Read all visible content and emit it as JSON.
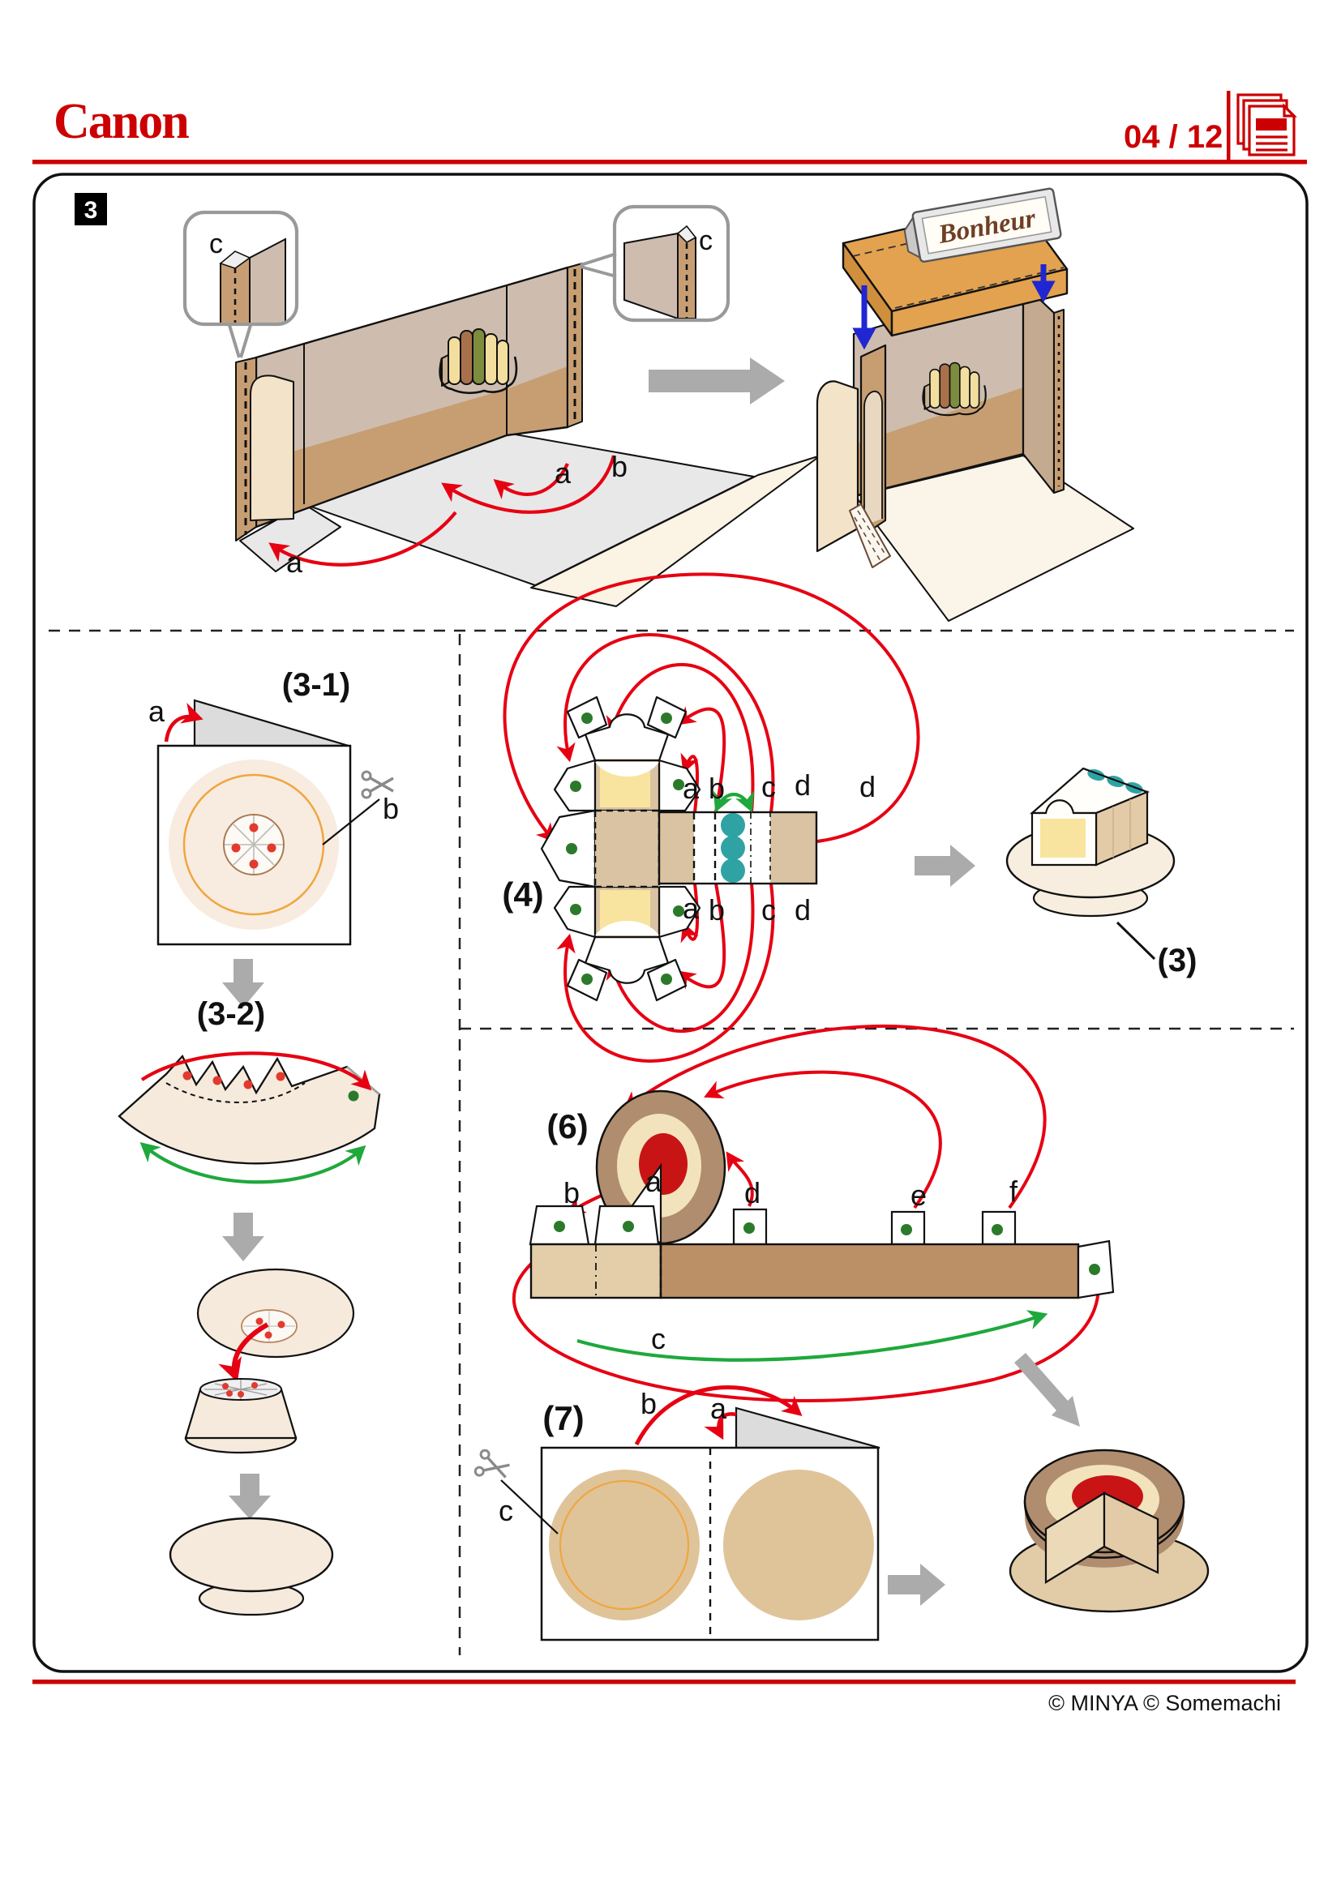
{
  "header": {
    "brand": "Canon",
    "page_number": "04 / 12",
    "pages_icon": "stacked-pages-icon",
    "accent_color": "#CC0000"
  },
  "step_badge": "3",
  "top_section": {
    "callout_left": "c",
    "callout_right": "c",
    "flap_label_left": "a",
    "flap_label_mid": "a",
    "flap_label_right": "b",
    "sign_text": "Bonheur"
  },
  "step_3_1": {
    "title": "(3-1)",
    "fold_label": "a",
    "cut_label": "b"
  },
  "step_3_2": {
    "title": "(3-2)"
  },
  "step_4": {
    "title": "(4)",
    "letters_top": [
      "a",
      "b",
      "c",
      "d",
      "d"
    ],
    "letters_bottom": [
      "a",
      "b",
      "c",
      "d"
    ]
  },
  "step_3_result": "(3)",
  "step_6": {
    "title": "(6)",
    "labels": {
      "a": "a",
      "b": "b",
      "c": "c",
      "d": "d",
      "e": "e",
      "f": "f"
    }
  },
  "step_7": {
    "title": "(7)",
    "labels": {
      "a": "a",
      "b": "b",
      "c": "c"
    }
  },
  "footer": {
    "copyright": "© MINYA  © Somemachi"
  },
  "colors": {
    "brand_red": "#CC0000",
    "arrow_red": "#E60012",
    "arrow_green": "#1FA83C",
    "arrow_blue": "#2026D2",
    "arrow_gray": "#ABABAB",
    "teal_dot": "#2FA3A3",
    "green_dot": "#2B7A2B",
    "wall_upper": "#CEBDAE",
    "wall_lower": "#C69E72",
    "roof_orange": "#E3A24F",
    "sponge_yellow": "#F8E49E",
    "net_tan": "#D9C3A2",
    "strip_brown": "#BC9067",
    "roll_brown": "#B08D6E",
    "roll_cream": "#F2E3BC",
    "roll_red": "#C81414",
    "plate_cream": "#F5EADC"
  }
}
